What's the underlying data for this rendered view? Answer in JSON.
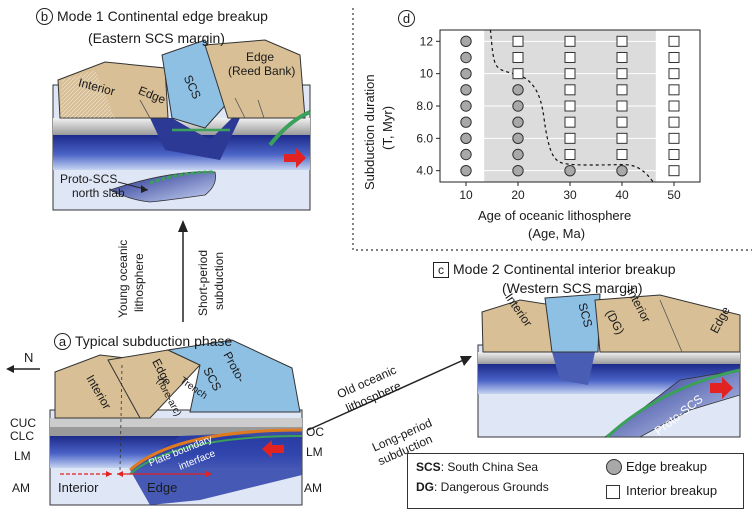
{
  "panel_b": {
    "letter": "b",
    "title": "Mode 1 Continental edge breakup",
    "subtitle": "(Eastern SCS margin)",
    "blocks": {
      "interior": "Interior",
      "edge": "Edge",
      "scs": "SCS",
      "edge2": "Edge",
      "reed": "(Reed Bank)"
    },
    "slab_label_line1": "Proto-SCS",
    "slab_label_line2": "north slab"
  },
  "panel_a": {
    "letter": "a",
    "title": "Typical subduction phase",
    "north": "N",
    "blocks": {
      "interior": "Interior",
      "edge": "Edge",
      "forearc": "(fore-arc)",
      "trench": "Trench",
      "proto1": "Proto-",
      "proto2": "SCS"
    },
    "plate_boundary_1": "Plate boundary",
    "plate_boundary_2": "interface",
    "left_layers": [
      "CUC",
      "CLC",
      "LM",
      "AM"
    ],
    "right_layers": [
      "OC",
      "LM",
      "AM"
    ],
    "bottom_interior": "Interior",
    "bottom_edge": "Edge"
  },
  "panel_c": {
    "letter": "c",
    "title": "Mode 2 Continental interior breakup",
    "subtitle": "(Western SCS margin)",
    "blocks": {
      "interior": "Interior",
      "scs": "SCS",
      "interior2": "Interior",
      "dg": "(DG)",
      "edge": "Edge"
    },
    "slab_label": "Proto-SCS"
  },
  "arrows": {
    "young_1": "Young oceanic",
    "young_2": "lithosphere",
    "short_1": "Short-period",
    "short_2": "subduction",
    "old_1": "Old oceanic",
    "old_2": "lithosphere",
    "long_1": "Long-period",
    "long_2": "subduction"
  },
  "panel_d": {
    "letter": "d"
  },
  "chart_data": {
    "type": "scatter",
    "xlabel_line1": "Age of oceanic lithosphere",
    "xlabel_line2": "(Age, Ma)",
    "ylabel_line1": "Subduction duration",
    "ylabel_line2": "(T, Myr)",
    "x_ticks": [
      "10",
      "20",
      "30",
      "40",
      "50"
    ],
    "y_ticks": [
      "4.0",
      "6.0",
      "8.0",
      "10",
      "12"
    ],
    "xlim": [
      5,
      55
    ],
    "ylim": [
      3.3,
      12.7
    ],
    "shaded_region_x": [
      13.5,
      46.5
    ],
    "series": [
      {
        "name": "Edge breakup",
        "marker": "circle",
        "color": "#a8a8a8",
        "points": [
          [
            10,
            4
          ],
          [
            10,
            5
          ],
          [
            10,
            6
          ],
          [
            10,
            7
          ],
          [
            10,
            8
          ],
          [
            10,
            9
          ],
          [
            10,
            10
          ],
          [
            10,
            11
          ],
          [
            10,
            12
          ],
          [
            20,
            4
          ],
          [
            20,
            5
          ],
          [
            20,
            6
          ],
          [
            20,
            7
          ],
          [
            20,
            8
          ],
          [
            20,
            9
          ],
          [
            30,
            4
          ],
          [
            40,
            4
          ]
        ]
      },
      {
        "name": "Interior breakup",
        "marker": "square",
        "color": "#ffffff",
        "points": [
          [
            20,
            10
          ],
          [
            20,
            11
          ],
          [
            20,
            12
          ],
          [
            30,
            5
          ],
          [
            30,
            6
          ],
          [
            30,
            7
          ],
          [
            30,
            8
          ],
          [
            30,
            9
          ],
          [
            30,
            10
          ],
          [
            30,
            11
          ],
          [
            30,
            12
          ],
          [
            40,
            5
          ],
          [
            40,
            6
          ],
          [
            40,
            7
          ],
          [
            40,
            8
          ],
          [
            40,
            9
          ],
          [
            40,
            10
          ],
          [
            40,
            11
          ],
          [
            40,
            12
          ],
          [
            50,
            4
          ],
          [
            50,
            5
          ],
          [
            50,
            6
          ],
          [
            50,
            7
          ],
          [
            50,
            8
          ],
          [
            50,
            9
          ],
          [
            50,
            10
          ],
          [
            50,
            11
          ],
          [
            50,
            12
          ]
        ]
      }
    ],
    "boundary_curve": [
      [
        14.7,
        12.7
      ],
      [
        15.2,
        11
      ],
      [
        16,
        10.3
      ],
      [
        19,
        10
      ],
      [
        22,
        9.7
      ],
      [
        24.5,
        8.5
      ],
      [
        25.5,
        6
      ],
      [
        27,
        4.6
      ],
      [
        30,
        4.35
      ],
      [
        37,
        4.35
      ],
      [
        42,
        4.4
      ],
      [
        44.5,
        3.9
      ],
      [
        46,
        3.3
      ]
    ],
    "grid": true
  },
  "legend": {
    "scs_abbr": "SCS",
    "scs_text": ": South China Sea",
    "dg_abbr": "DG",
    "dg_text": ": Dangerous Grounds",
    "edge_item": "Edge breakup",
    "interior_item": "Interior breakup"
  },
  "colors": {
    "continent": "#d8bf96",
    "ocean": "#8ec0e4",
    "mantle_dark": "#27308c",
    "mantle_light": "#c8d6f2",
    "asthenosphere": "#dfe6f6",
    "plate_edge": "#3aa05a",
    "arrow_red": "#e32222",
    "fault_orange": "#e07a1e",
    "shade": "#dcdcdc"
  }
}
